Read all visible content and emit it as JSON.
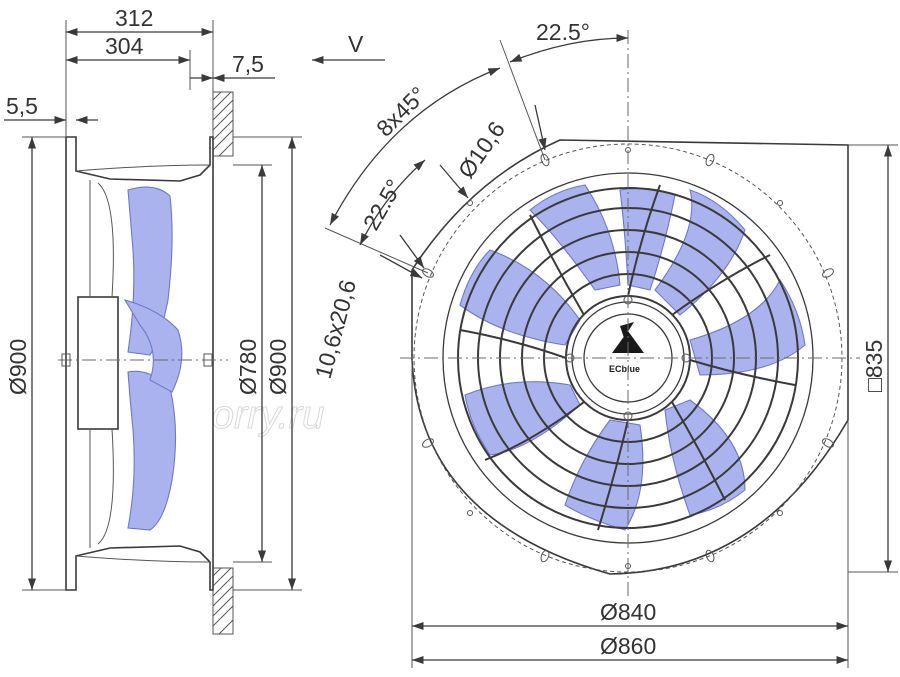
{
  "drawing": {
    "view_label": "V",
    "side_view": {
      "dim_total_depth": "312",
      "dim_depth": "304",
      "dim_flange": "7,5",
      "dim_inlet": "5,5",
      "dia_outer_left": "Ø900",
      "dia_inner": "Ø780",
      "dia_outer_right": "Ø900"
    },
    "front_view": {
      "angle_top": "22.5°",
      "angle_pitch": "8x45°",
      "angle_side": "22.5°",
      "hole_diameter": "Ø10,6",
      "slot_size": "10,6x20,6",
      "square_size": "□835",
      "dia_840": "Ø840",
      "dia_860": "Ø860",
      "logo_text": "ECblue"
    },
    "watermark": "ventilatorry.ru"
  },
  "colors": {
    "line": "#3a3a3a",
    "blade_fill": "#aab3ee",
    "blade_stroke": "#6f78c8",
    "background": "#ffffff"
  }
}
